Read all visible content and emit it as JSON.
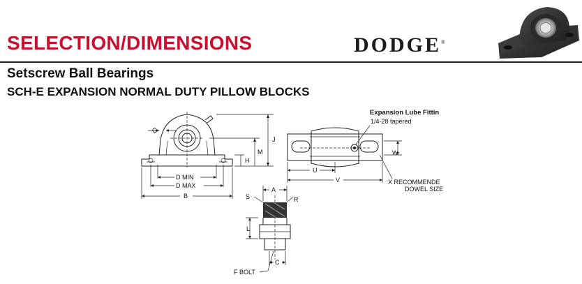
{
  "header": {
    "title": "SELECTION/DIMENSIONS",
    "brand": "DODGE",
    "brand_mark": "®"
  },
  "subtitle": "Setscrew Ball Bearings",
  "section_title": "SCH-E EXPANSION NORMAL DUTY PILLOW BLOCKS",
  "front_view": {
    "labels": {
      "g": "G",
      "j": "J",
      "m": "M",
      "h": "H",
      "d_min": "D MIN",
      "d_max": "D MAX",
      "b": "B"
    }
  },
  "top_view": {
    "callout_title": "Expansion Lube Fittin",
    "callout_note": "1/4-28 tapered",
    "labels": {
      "w": "W",
      "u": "U",
      "v": "V"
    },
    "dowel_line1": "X RECOMMENDE",
    "dowel_line2": "DOWEL SIZE"
  },
  "side_view": {
    "labels": {
      "a": "A",
      "s": "S",
      "r": "R",
      "l": "L",
      "c": "C",
      "f_bolt": "F BOLT"
    }
  },
  "colors": {
    "heading": "#c8102e",
    "ink": "#222222",
    "housing": "#2e2e30"
  }
}
